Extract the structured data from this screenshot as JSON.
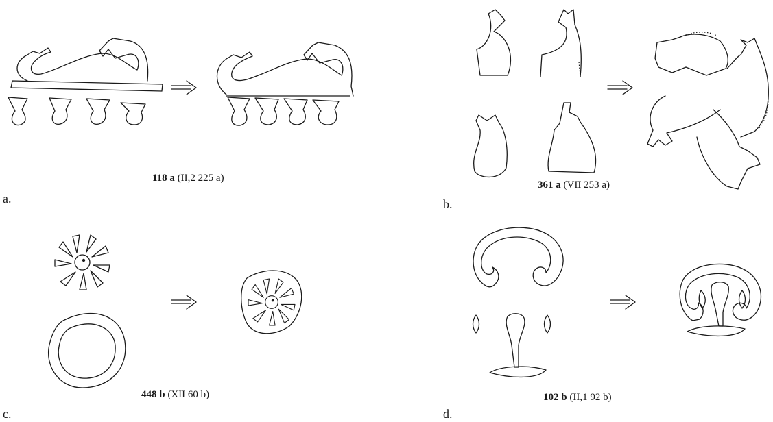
{
  "panels": [
    {
      "letter": "a.",
      "caption_bold": "118 a",
      "caption_ref": "(II,2 225 a)"
    },
    {
      "letter": "b.",
      "caption_bold": "361 a",
      "caption_ref": "(VII 253 a)"
    },
    {
      "letter": "c.",
      "caption_bold": "448 b",
      "caption_ref": "(XII 60 b)"
    },
    {
      "letter": "d.",
      "caption_bold": "102 b",
      "caption_ref": "(II,1 92 b)"
    }
  ]
}
